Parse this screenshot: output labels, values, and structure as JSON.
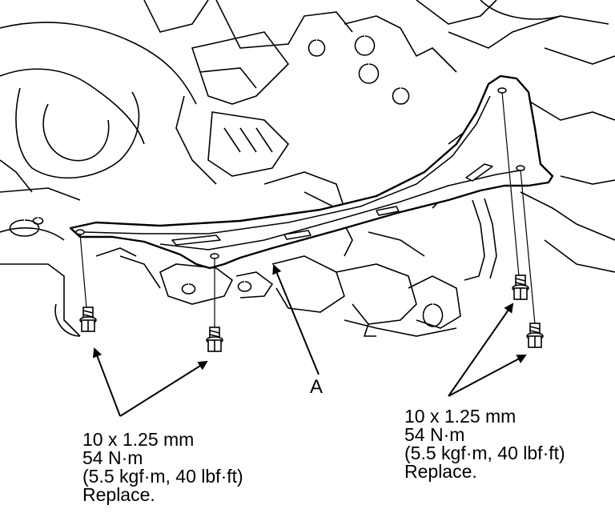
{
  "callout": {
    "part_label": "A"
  },
  "left_spec": {
    "size": "10 x 1.25 mm",
    "torque_nm": "54 N·m",
    "torque_alt": "(5.5 kgf·m, 40 lbf·ft)",
    "note": "Replace."
  },
  "right_spec": {
    "size": "10 x 1.25 mm",
    "torque_nm": "54 N·m",
    "torque_alt": "(5.5 kgf·m, 40 lbf·ft)",
    "note": "Replace."
  },
  "colors": {
    "ink": "#000000",
    "paper": "#ffffff"
  }
}
